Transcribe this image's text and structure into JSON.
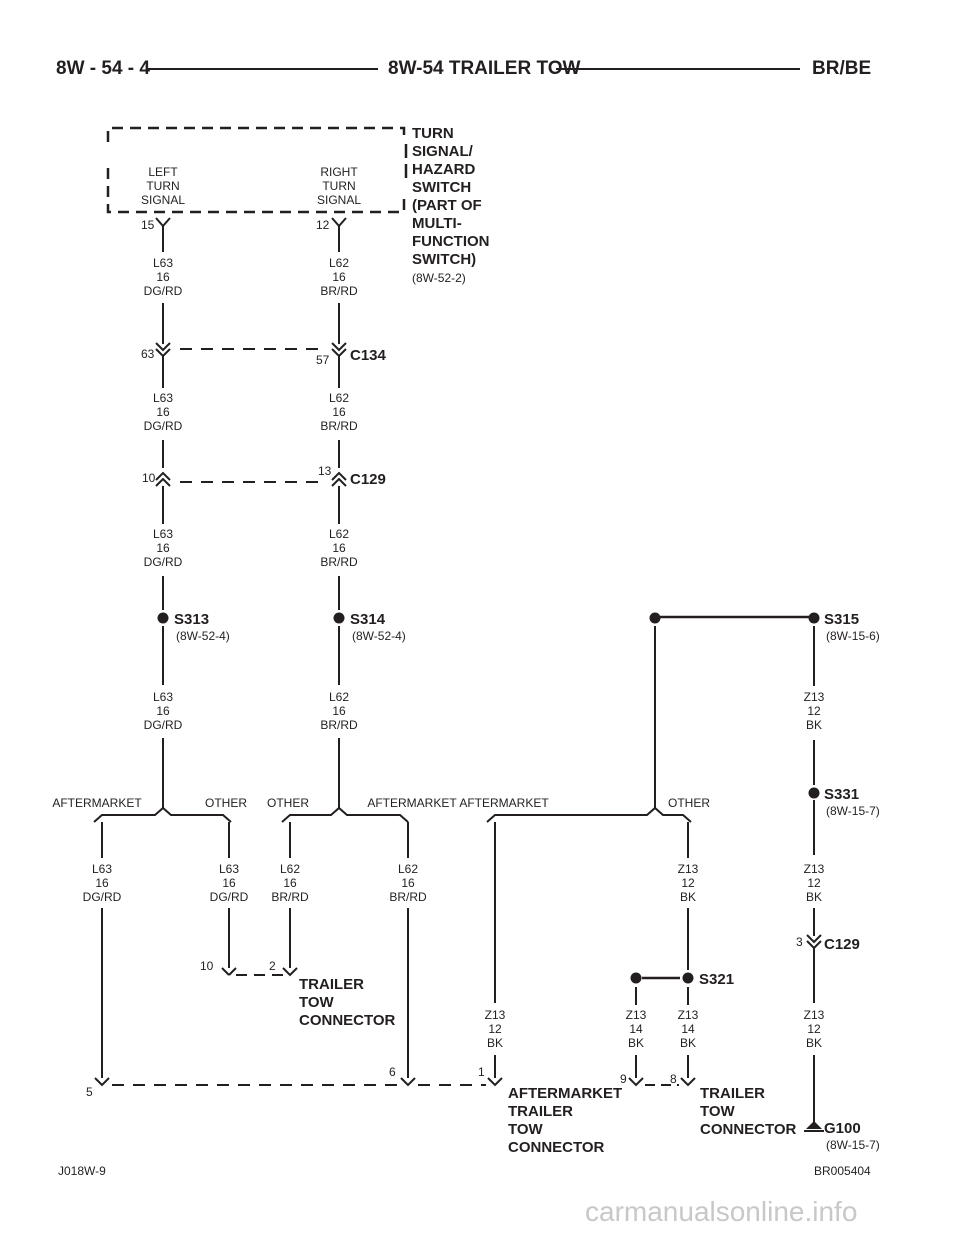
{
  "header": {
    "left": "8W - 54 - 4",
    "center": "8W-54 TRAILER TOW",
    "right": "BR/BE"
  },
  "footer": {
    "left": "J018W-9",
    "right": "BR005404",
    "watermark": "carmanualsonline.info"
  },
  "switch": {
    "name_lines": [
      "TURN",
      "SIGNAL/",
      "HAZARD",
      "SWITCH",
      "(PART OF",
      "MULTI-",
      "FUNCTION",
      "SWITCH)"
    ],
    "ref": "(8W-52-2)",
    "left_label": [
      "LEFT",
      "TURN",
      "SIGNAL"
    ],
    "right_label": [
      "RIGHT",
      "TURN",
      "SIGNAL"
    ],
    "left_pin": "15",
    "right_pin": "12"
  },
  "wires": {
    "l63": [
      "L63",
      "16",
      "DG/RD"
    ],
    "l62": [
      "L62",
      "16",
      "BR/RD"
    ],
    "z13_12": [
      "Z13",
      "12",
      "BK"
    ],
    "z13_14": [
      "Z13",
      "14",
      "BK"
    ]
  },
  "connectors": {
    "c134": {
      "name": "C134",
      "pin_left": "63",
      "pin_right": "57"
    },
    "c129": {
      "name": "C129",
      "pin_left": "10",
      "pin_right": "13"
    },
    "c129_right": {
      "name": "C129",
      "pin": "3"
    }
  },
  "splices": {
    "s313": {
      "name": "S313",
      "ref": "(8W-52-4)"
    },
    "s314": {
      "name": "S314",
      "ref": "(8W-52-4)"
    },
    "s315": {
      "name": "S315",
      "ref": "(8W-15-6)"
    },
    "s331": {
      "name": "S331",
      "ref": "(8W-15-7)"
    },
    "s321": {
      "name": "S321"
    }
  },
  "branches": {
    "aftermarket": "AFTERMARKET",
    "other": "OTHER"
  },
  "trailer_tow_connector": {
    "name_lines": [
      "TRAILER",
      "TOW",
      "CONNECTOR"
    ],
    "pin_a": "10",
    "pin_b": "2"
  },
  "aftermarket_connector": {
    "name_lines": [
      "AFTERMARKET",
      "TRAILER",
      "TOW",
      "CONNECTOR"
    ],
    "pin_a": "5",
    "pin_b": "6",
    "pin_c": "1"
  },
  "trailer_tow_connector_2": {
    "name_lines": [
      "TRAILER",
      "TOW",
      "CONNECTOR"
    ],
    "pin_a": "9",
    "pin_b": "8"
  },
  "ground": {
    "name": "G100",
    "ref": "(8W-15-7)"
  }
}
